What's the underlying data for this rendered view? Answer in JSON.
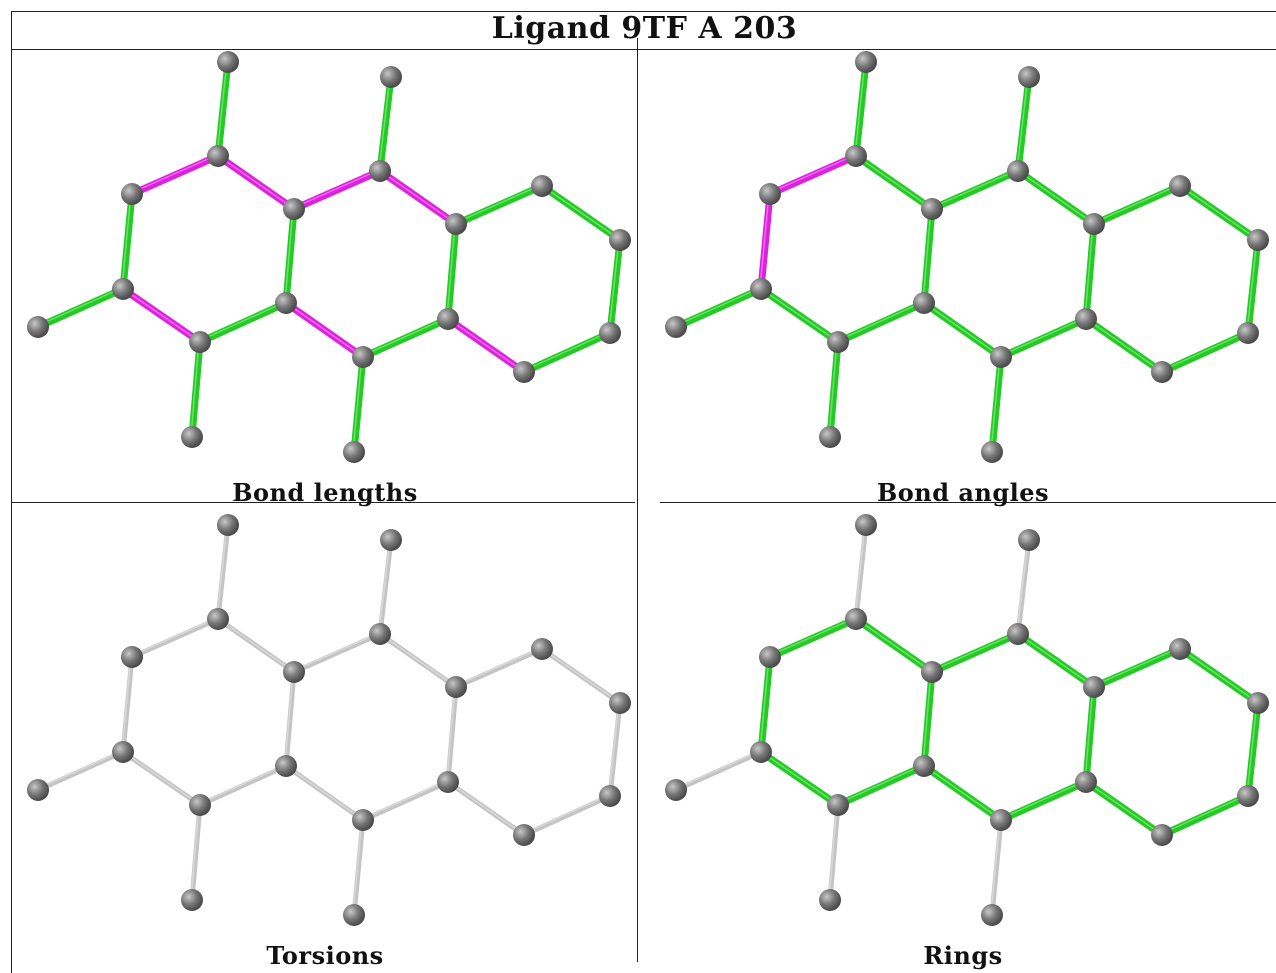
{
  "title": "Ligand 9TF A 203",
  "panels": [
    {
      "caption": "Bond lengths"
    },
    {
      "caption": "Bond angles"
    },
    {
      "caption": "Torsions"
    },
    {
      "caption": "Rings"
    }
  ],
  "colors": {
    "ok_bond": "#22cc22",
    "outlier_bond": "#e020e0",
    "neutral_bond": "#c4c4c4",
    "atom": "#777777"
  }
}
